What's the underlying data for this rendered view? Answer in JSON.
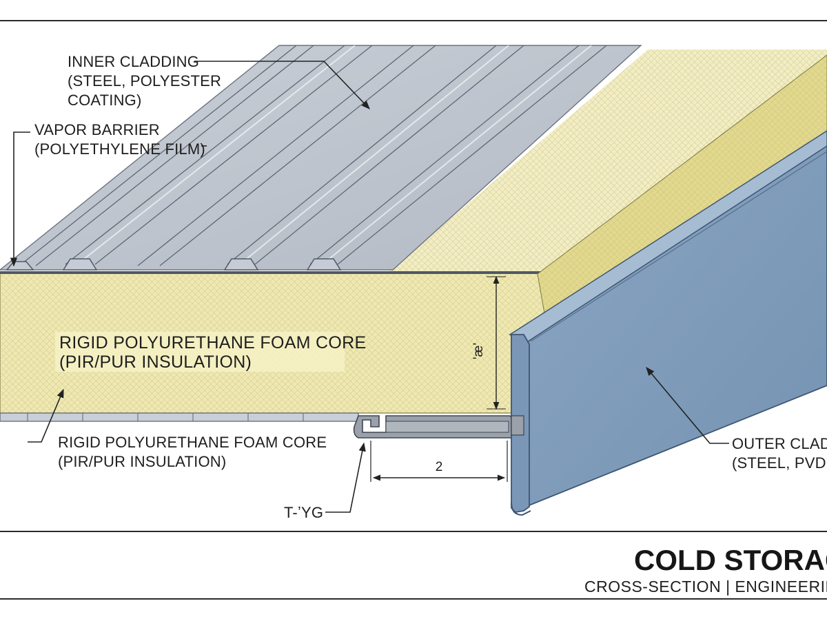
{
  "colors": {
    "foam": "#efe9b1",
    "foam_dark": "#ddd487",
    "steel_inner": "#b7bec8",
    "steel_inner_light": "#d3d8df",
    "steel_outer": "#7f9cbb",
    "steel_outer_dark": "#5f7d9e",
    "frame": "#2a2a2a"
  },
  "labels": {
    "inner_cladding": [
      "INNER CLADDING",
      "(STEEL, POLYESTER",
      "COATING)"
    ],
    "vapor_barrier": [
      "VAPOR BARRIER",
      "(POLYETHYLENE FILM)"
    ],
    "foam_core_main": [
      "RIGID POLYURETHANE FOAM CORE",
      "(PIR/PUR INSULATION)"
    ],
    "foam_core_lower": [
      "RIGID POLYURETHANE FOAM CORE",
      "(PIR/PUR INSULATION)"
    ],
    "joint": "T-ʼYG",
    "outer_cladding": [
      "OUTER CLAD",
      "(STEEL, PVDF"
    ]
  },
  "dimensions": {
    "thickness": "'æ'",
    "width": "2"
  },
  "title": {
    "main": "COLD STORAG",
    "sub": "CROSS-SECTION | ENGINEERIN"
  },
  "icons": {
    "leader_arrow": "arrow-head-icon",
    "dimension_tick": "dimension-arrow-icon"
  }
}
